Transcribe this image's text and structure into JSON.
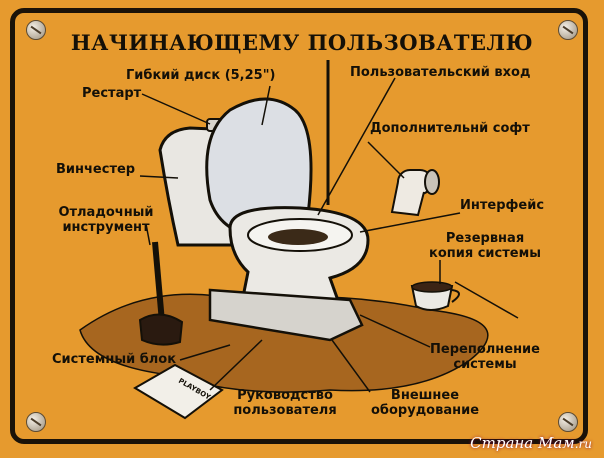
{
  "sign": {
    "title": "НАЧИНАЮЩЕМУ ПОЛЬЗОВАТЕЛЮ",
    "background_color": "#e69a2e",
    "ink_color": "#141008"
  },
  "labels": {
    "floppy": "Гибкий диск (5,25\")",
    "user_login": "Пользовательский вход",
    "restart": "Рестарт",
    "extra_soft": "Дополнительнй софт",
    "hard_drive": "Винчестер",
    "debugger_line1": "Отладочный",
    "debugger_line2": "инструмент",
    "interface": "Интерфейс",
    "backup_line1": "Резервная",
    "backup_line2": "копия системы",
    "system_unit": "Системный блок",
    "overflow_line1": "Переполнение",
    "overflow_line2": "системы",
    "manual_line1": "Руководство",
    "manual_line2": "пользователя",
    "external_line1": "Внешнее",
    "external_line2": "оборудование"
  },
  "magazine_text": "PLAYBOY",
  "watermark": {
    "name": "Страна Мам",
    "domain": ".ru"
  }
}
